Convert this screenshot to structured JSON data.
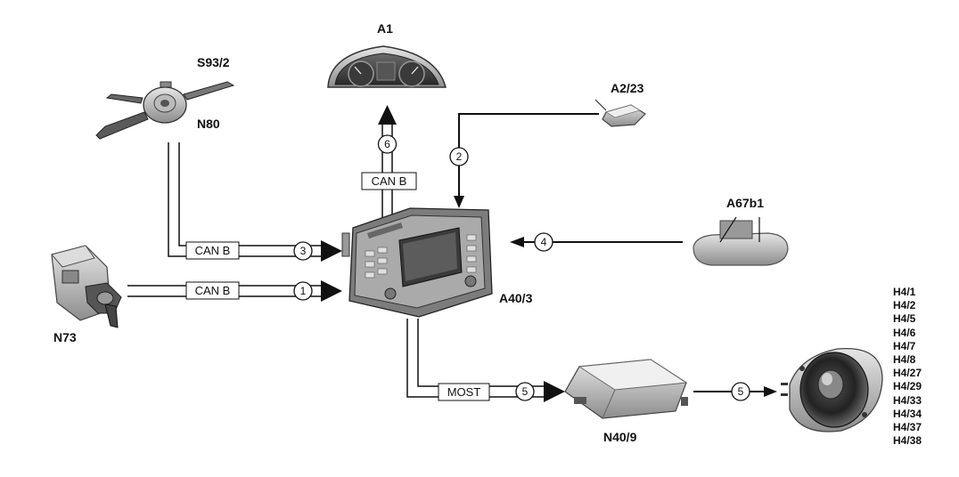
{
  "components": {
    "a1": "A1",
    "s93_2": "S93/2",
    "n80": "N80",
    "a2_23": "A2/23",
    "a67b1": "A67b1",
    "a40_3": "A40/3",
    "n73": "N73",
    "n40_9": "N40/9",
    "h4": [
      "H4/1",
      "H4/2",
      "H4/5",
      "H4/6",
      "H4/7",
      "H4/8",
      "H4/27",
      "H4/29",
      "H4/33",
      "H4/34",
      "H4/37",
      "H4/38"
    ]
  },
  "buses": {
    "can_b_top": "CAN B",
    "can_b_n80": "CAN B",
    "can_b_n73": "CAN B",
    "most": "MOST"
  },
  "signals": {
    "s1": "1",
    "s2": "2",
    "s3": "3",
    "s4": "4",
    "s5a": "5",
    "s5b": "5",
    "s6": "6"
  }
}
